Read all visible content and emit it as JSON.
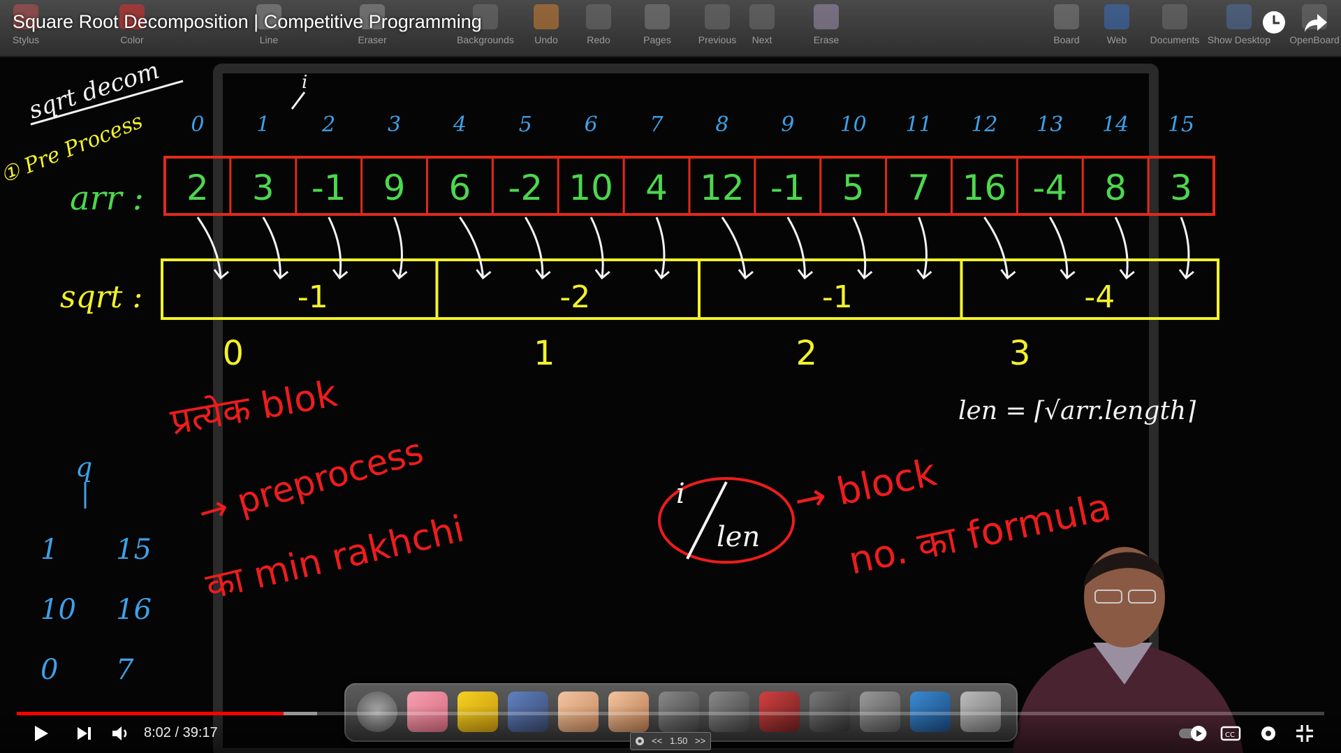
{
  "video": {
    "title": "Square Root Decomposition | Competitive Programming",
    "current_time": "8:02",
    "duration": "39:17",
    "time_display": "8:02 / 39:17",
    "progress_fraction": 0.204
  },
  "toolbar": {
    "tools": [
      "Stylus",
      "Color",
      "Line",
      "Eraser",
      "Backgrounds",
      "Undo",
      "Redo",
      "Pages",
      "Previous",
      "Next",
      "Erase"
    ],
    "right_tools": [
      "Board",
      "Web",
      "Documents",
      "Show Desktop",
      "OpenBoard"
    ]
  },
  "speed": {
    "prev": "<<",
    "value": "1.50",
    "next": ">>"
  },
  "board": {
    "heading": "sqrt decom",
    "step": "① Pre Process",
    "pointer_label": "i",
    "indices": [
      "0",
      "1",
      "2",
      "3",
      "4",
      "5",
      "6",
      "7",
      "8",
      "9",
      "10",
      "11",
      "12",
      "13",
      "14",
      "15"
    ],
    "arr_label": "arr :",
    "arr_values": [
      "2",
      "3",
      "-1",
      "9",
      "6",
      "-2",
      "10",
      "4",
      "12",
      "-1",
      "5",
      "7",
      "16",
      "-4",
      "8",
      "3"
    ],
    "sqrt_label": "sqrt :",
    "block_mins": [
      "-1",
      "-2",
      "-1",
      "-4"
    ],
    "block_numbers": [
      "0",
      "1",
      "2",
      "3"
    ],
    "len_formula": "len = ⌈√arr.length⌉",
    "notes_line1": "प्रत्येक blok",
    "notes_line2": "→ preprocess",
    "notes_line3": "का min rakhchi",
    "block_formula_num": "i",
    "block_formula_den": "len",
    "block_formula_text1": "→ block",
    "block_formula_text2": "no. का formula",
    "query_label": "q",
    "queries": [
      [
        "1",
        "15"
      ],
      [
        "10",
        "16"
      ],
      [
        "0",
        "7"
      ]
    ]
  },
  "colors": {
    "index_blue": "#3fa0e8",
    "arr_green": "#4cd84c",
    "arr_border": "#e02a1a",
    "sqrt_yellow": "#f2f22a",
    "ink_red": "#ee1c1c",
    "ink_white": "#f4f4f4",
    "progress_red": "#ff0000"
  }
}
